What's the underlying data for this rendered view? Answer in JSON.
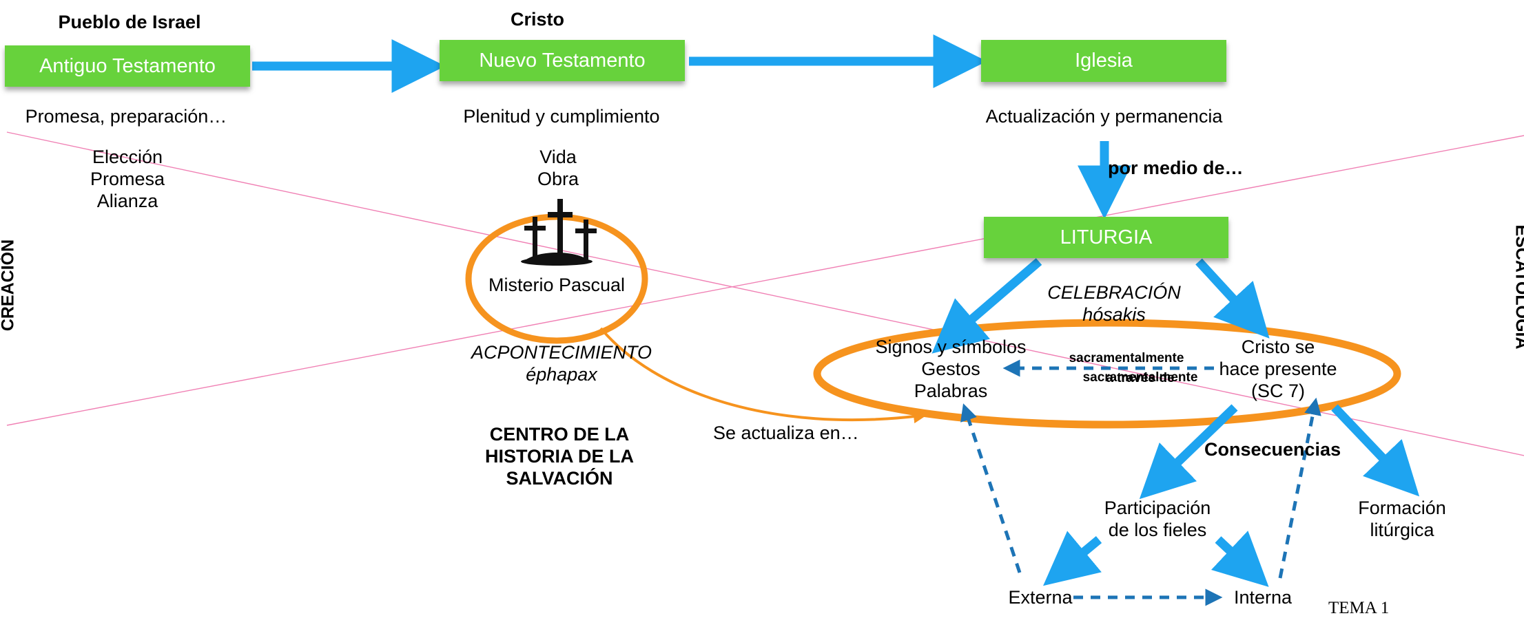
{
  "headers": {
    "israel": "Pueblo de Israel",
    "cristo": "Cristo"
  },
  "boxes": {
    "antiguo": "Antiguo Testamento",
    "nuevo": "Nuevo Testamento",
    "iglesia": "Iglesia",
    "liturgia": "LITURGIA"
  },
  "captions": {
    "promesa": "Promesa, preparación…",
    "plenitud": "Plenitud y cumplimiento",
    "actualizacion": "Actualización y permanencia"
  },
  "antiguo_list": [
    "Elección",
    "Promesa",
    "Alianza"
  ],
  "nuevo_list": [
    "Vida",
    "Obra"
  ],
  "misterio": "Misterio Pascual",
  "acontecimiento": [
    "ACPONTECIMIENTO",
    "éphapax"
  ],
  "centro": [
    "CENTRO DE LA",
    "HISTORIA DE LA",
    "SALVACIÓN"
  ],
  "por_medio": "por medio de…",
  "celebracion": [
    "CELEBRACIÓN",
    "hósakis"
  ],
  "signos": [
    "Signos y símbolos",
    "Gestos",
    "Palabras"
  ],
  "cristo_presente": [
    "Cristo se",
    "hace presente",
    "(SC 7)"
  ],
  "sacramentalmente": "sacramentalmente",
  "sacramentalmente_overlap": "sacramentalmente",
  "a_traves": "a través de",
  "se_actualiza": "Se actualiza en…",
  "consecuencias": "Consecuencias",
  "participacion": [
    "Participación",
    "de los fieles"
  ],
  "formacion": [
    "Formación",
    "litúrgica"
  ],
  "externa": "Externa",
  "interna": "Interna",
  "tema": "TEMA 1",
  "creacion": "CREACIÓN",
  "escatologia": "ESCATOLOGÍA",
  "colors": {
    "box_green": "#67d23c",
    "arrow_blue": "#1ea4f0",
    "dashed_blue": "#1d74b6",
    "orange": "#f6931e",
    "pink": "#f080b4"
  }
}
